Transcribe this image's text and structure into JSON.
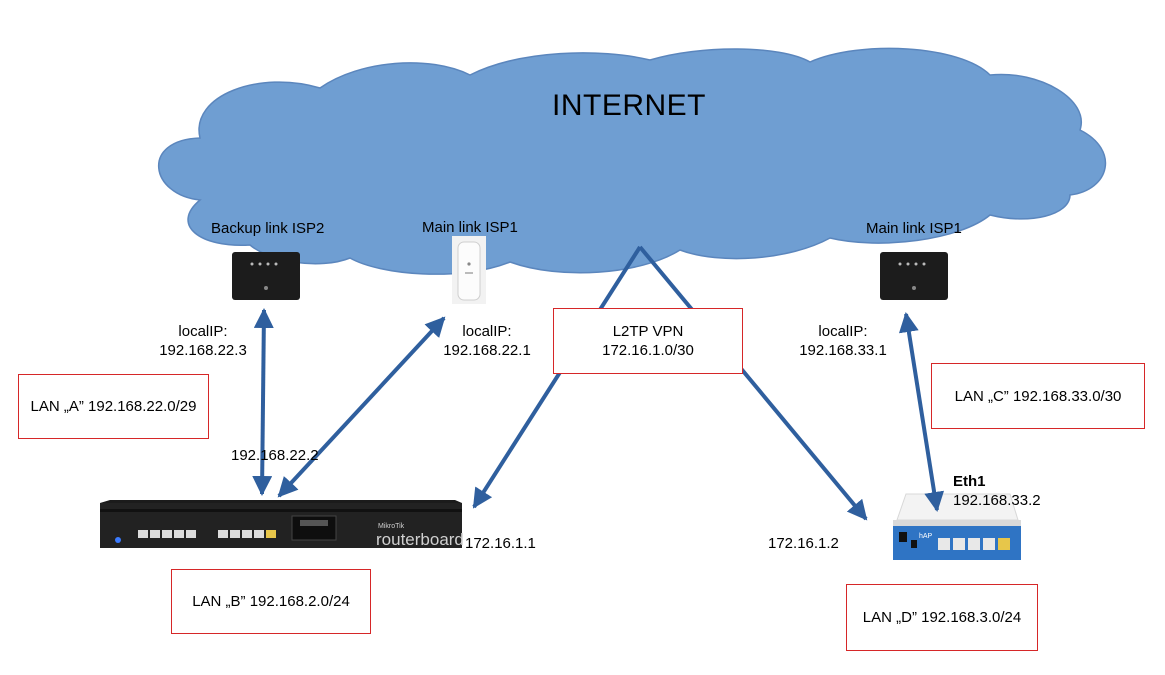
{
  "cloud": {
    "label": "INTERNET",
    "fill": "#6f9ed2",
    "stroke": "#5b86bd"
  },
  "devices": {
    "isp2_modem": {
      "label": "Backup link ISP2"
    },
    "isp1_antenna": {
      "label": "Main link ISP1"
    },
    "isp1_modem_right": {
      "label": "Main link ISP1"
    },
    "router_left": {
      "brand_small": "MikroTik",
      "brand_large": "routerboard"
    },
    "router_right": {
      "brand": "hAP"
    }
  },
  "local_ips": {
    "isp2": {
      "title": "localIP:",
      "ip": "192.168.22.3"
    },
    "isp1": {
      "title": "localIP:",
      "ip": "192.168.22.1"
    },
    "isp1_right": {
      "title": "localIP:",
      "ip": "192.168.33.1"
    }
  },
  "addresses": {
    "left_wan": "192.168.22.2",
    "left_vpn": "172.16.1.1",
    "right_vpn": "172.16.1.2",
    "right_eth_name": "Eth1",
    "right_eth_ip": "192.168.33.2"
  },
  "boxes": {
    "lan_a": "LAN „A” 192.168.22.0/29",
    "lan_b": "LAN „B” 192.168.2.0/24",
    "lan_c": "LAN „C” 192.168.33.0/30",
    "lan_d": "LAN „D” 192.168.3.0/24",
    "vpn_title": "L2TP VPN",
    "vpn_subnet": "172.16.1.0/30"
  },
  "colors": {
    "arrow": "#2f5f9e",
    "box_border": "#d62728",
    "device_dark": "#1c1c1c"
  }
}
